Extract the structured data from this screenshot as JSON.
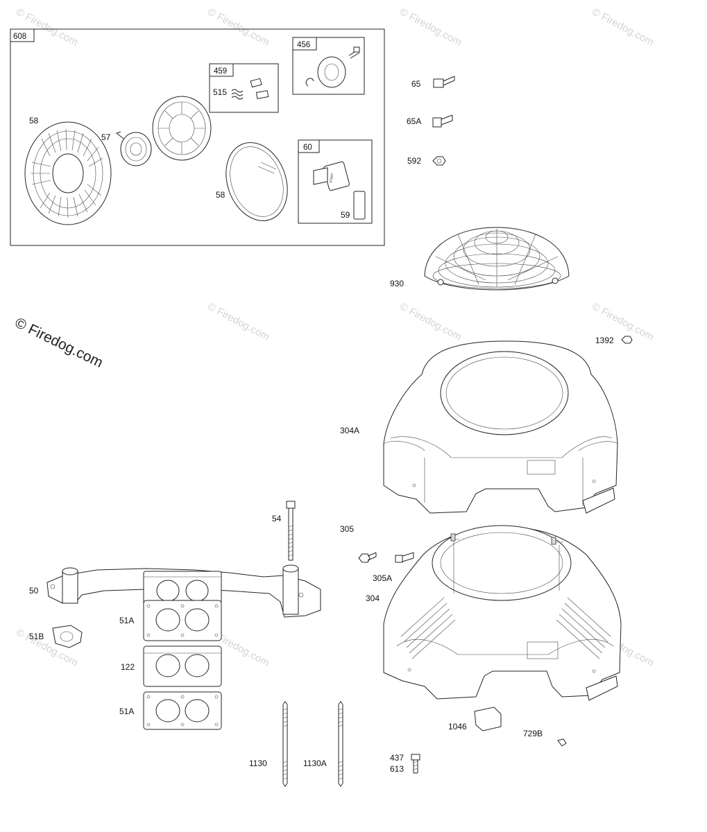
{
  "watermarks": {
    "small": "© Firedog.com",
    "large": "© Firedog.com"
  },
  "groups": {
    "g608": "608",
    "g459": "459",
    "g456": "456",
    "g60": "60"
  },
  "callouts": {
    "c58_housing": "58",
    "c57": "57",
    "c58_spring": "58",
    "c515": "515",
    "c59": "59",
    "c65": "65",
    "c65A": "65A",
    "c592": "592",
    "c930": "930",
    "c1392": "1392",
    "c304A": "304A",
    "c54": "54",
    "c305": "305",
    "c305A": "305A",
    "c304": "304",
    "c50": "50",
    "c51B": "51B",
    "c51A_top": "51A",
    "c122": "122",
    "c51A_bottom": "51A",
    "c1130": "1130",
    "c1130A": "1130A",
    "c1046": "1046",
    "c729B": "729B",
    "c437": "437",
    "c613": "613"
  },
  "handle_text": "START"
}
